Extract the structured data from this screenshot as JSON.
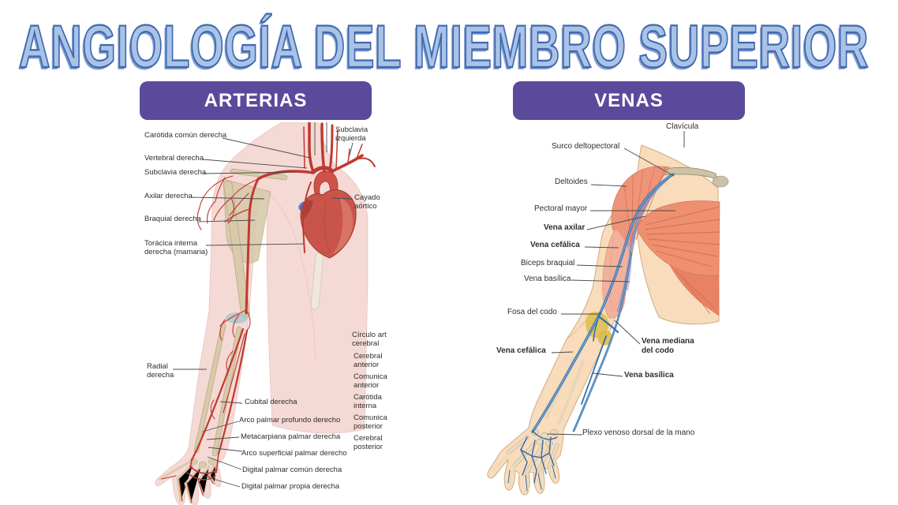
{
  "title": "ANGIOLOGÍA DEL MIEMBRO SUPERIOR",
  "colors": {
    "banner_purple": "#5b4a9c",
    "title_fill": "#a9c3e6",
    "title_outline": "#3e67b0",
    "artery_red": "#c0392f",
    "vein_blue": "#336fae",
    "muscle_salmon": "#ee8f70",
    "skin_left": "#f5d9d5",
    "skin_right": "#f8dcbc"
  },
  "sections": {
    "arterias": {
      "heading": "ARTERIAS",
      "labels": {
        "carotida": "Carótida común derecha",
        "vertebral": "Vertebral derecha",
        "subclavia_der": "Subclavia derecha",
        "axilar": "Axilar derecha",
        "braquial": "Braquial derecha",
        "toracica": "Torácica interna\nderecha (mamaria)",
        "subclavia_izq": "Subclavia\nizquierda",
        "cayado": "Cayado\naórtico",
        "radial": "Radial\nderecha",
        "cubital": "Cubital derecha",
        "arco_profundo": "Arco palmar profundo derecho",
        "metacarpiana": "Metacarpiana palmar derecha",
        "arco_superficial": "Arco superficial palmar derecho",
        "digital_comun": "Digital palmar común derecha",
        "digital_propia": "Digital palmar propia derecha",
        "circulo": "Círculo art\ncerebral",
        "cerebral_ant": "Cerebral\nanterior",
        "comunica_ant": "Comunica\nanterior",
        "carotida_int": "Carótida\ninterna",
        "comunica_post": "Comunica\nposterior",
        "cerebral_post": "Cerebral\nposterior"
      }
    },
    "venas": {
      "heading": "VENAS",
      "labels": {
        "clavicula": "Clavícula",
        "surco": "Surco deltopectoral",
        "deltoides": "Deltoides",
        "pectoral": "Pectoral mayor",
        "vena_axilar": "Vena axilar",
        "cefalica_sup": "Vena cefálica",
        "biceps": "Biceps braquial",
        "basilica_sup": "Vena basílica",
        "fosa": "Fosa del codo",
        "mediana": "Vena mediana\ndel codo",
        "cefalica_inf": "Vena cefálica",
        "basilica_inf": "Vena basílica",
        "plexo": "Plexo venoso dorsal de la mano"
      }
    }
  }
}
